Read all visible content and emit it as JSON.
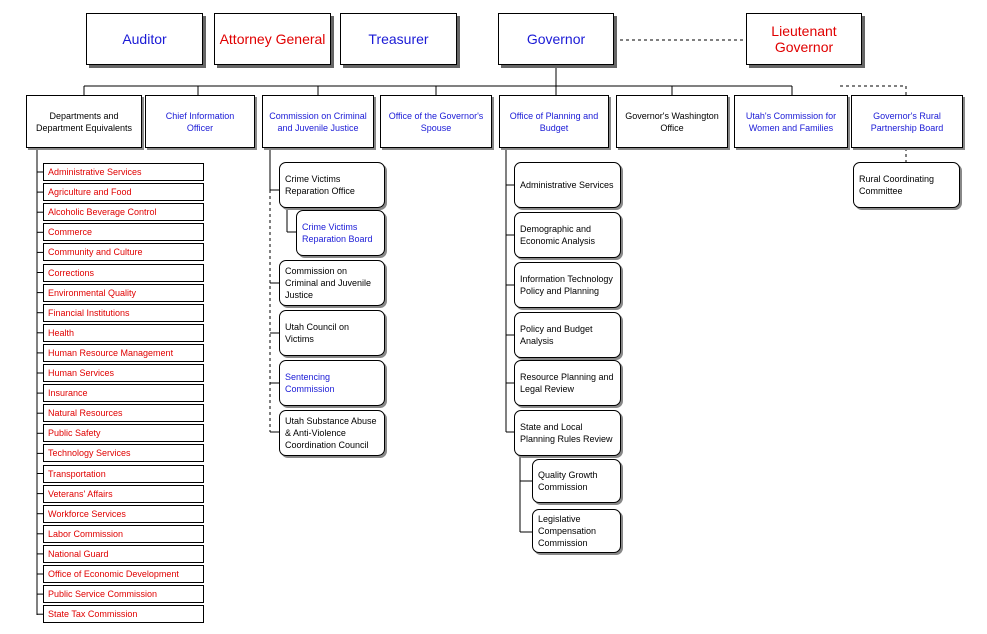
{
  "top": {
    "auditor": "Auditor",
    "attorney_general": "Attorney General",
    "treasurer": "Treasurer",
    "governor": "Governor",
    "lieutenant_governor": "Lieutenant Governor"
  },
  "offices": {
    "departments": "Departments and Department Equivalents",
    "cio": "Chief Information Officer",
    "ccjj": "Commission on Criminal and Juvenile Justice",
    "spouse": "Office of the Governor's Spouse",
    "planning": "Office of Planning and Budget",
    "washington": "Governor's Washington Office",
    "women": "Utah's Commission for Women and Families",
    "rural": "Governor's Rural Partnership Board"
  },
  "departments": [
    "Administrative Services",
    "Agriculture and Food",
    "Alcoholic Beverage Control",
    "Commerce",
    "Community and Culture",
    "Corrections",
    "Environmental Quality",
    "Financial Institutions",
    "Health",
    "Human Resource Management",
    "Human Services",
    "Insurance",
    "Natural Resources",
    "Public Safety",
    "Technology Services",
    "Transportation",
    "Veterans' Affairs",
    "Workforce Services",
    "Labor Commission",
    "National Guard",
    "Office of Economic Development",
    "Public Service Commission",
    "State Tax Commission"
  ],
  "ccjj_units": [
    "Crime Victims Reparation Office",
    "Crime Victims Reparation Board",
    "Commission on Criminal and Juvenile Justice",
    "Utah Council on Victims",
    "Sentencing Commission",
    "Utah Substance Abuse & Anti-Violence Coordination Council"
  ],
  "planning_units": [
    "Administrative Services",
    "Demographic and Economic Analysis",
    "Information Technology Policy and Planning",
    "Policy and Budget Analysis",
    "Resource Planning and Legal Review",
    "State and Local Planning Rules Review",
    "Quality Growth Commission",
    "Legislative Compensation Commission"
  ],
  "rural_units": [
    "Rural Coordinating Committee"
  ],
  "colors": {
    "red": "#e00000",
    "blue": "#1a1ad6",
    "black": "#000000"
  }
}
